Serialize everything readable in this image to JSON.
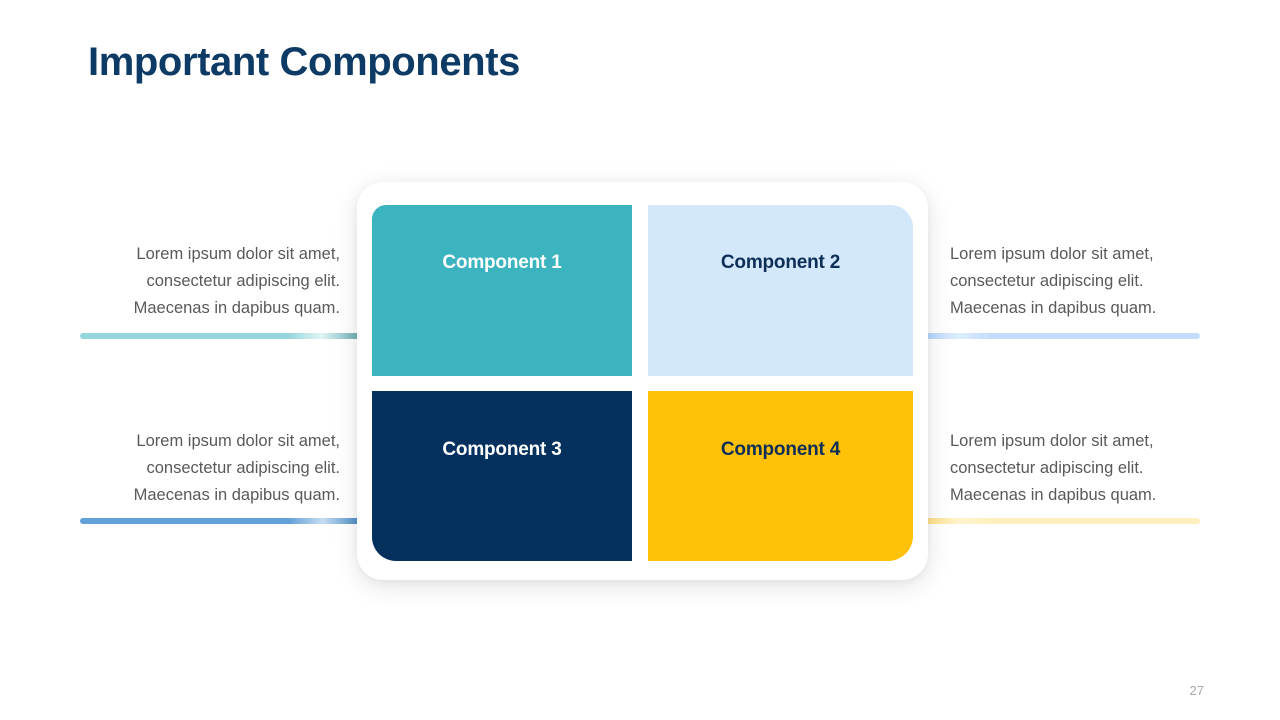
{
  "slide": {
    "title": "Important Components",
    "page_number": "27",
    "background_color": "#ffffff",
    "title_color": "#0d3b66"
  },
  "components": [
    {
      "id": "component-1",
      "label": "Component 1",
      "fill_color": "#3cb4bf",
      "text_color": "#ffffff",
      "connector_color": "#2f929c",
      "side": "left",
      "description": "Lorem ipsum dolor sit amet, consectetur adipiscing elit. Maecenas in dapibus quam."
    },
    {
      "id": "component-2",
      "label": "Component 2",
      "fill_color": "#d4e8fb",
      "text_color": "#0d2f57",
      "connector_color": "#98c9fa",
      "side": "right",
      "description": "Lorem ipsum dolor sit amet, consectetur adipiscing elit. Maecenas in dapibus quam."
    },
    {
      "id": "component-3",
      "label": "Component 3",
      "fill_color": "#04305e",
      "text_color": "#ffffff",
      "connector_color": "#1267b2",
      "side": "left",
      "description": "Lorem ipsum dolor sit amet, consectetur adipiscing elit. Maecenas in dapibus quam."
    },
    {
      "id": "component-4",
      "label": "Component 4",
      "fill_color": "#ffc107",
      "text_color": "#0d2f57",
      "connector_color": "#ffd55e",
      "side": "right",
      "description": "Lorem ipsum dolor sit amet, consectetur adipiscing elit. Maecenas in dapibus quam."
    }
  ]
}
